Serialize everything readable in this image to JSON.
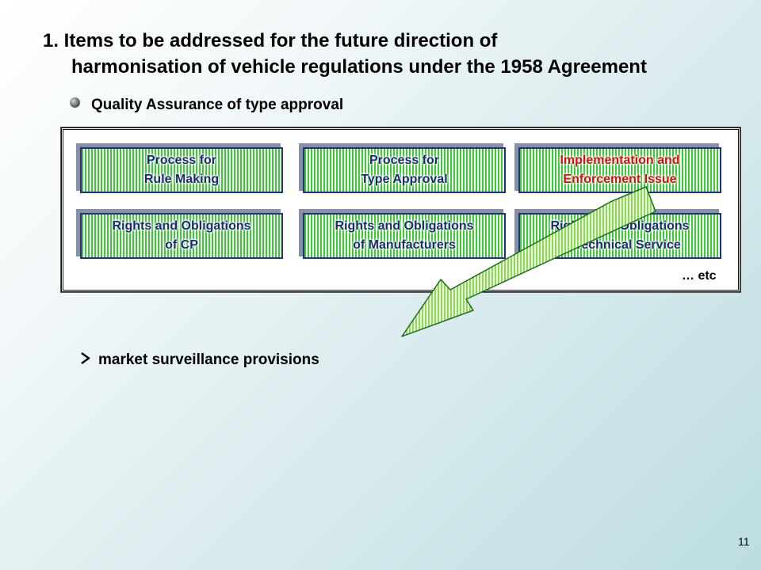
{
  "title": {
    "line1": "1. Items to be addressed for the future direction of",
    "line2": "harmonisation of vehicle regulations under the 1958 Agreement"
  },
  "bullet": "Quality Assurance of type approval",
  "boxes": [
    {
      "text": "Process for\nRule Making",
      "highlight": false
    },
    {
      "text": "Process for\nType Approval",
      "highlight": false
    },
    {
      "text": "Implementation and\nEnforcement Issue",
      "highlight": true
    },
    {
      "text": "Rights and Obligations\nof CP",
      "highlight": false
    },
    {
      "text": "Rights and Obligations\nof Manufacturers",
      "highlight": false
    },
    {
      "text": "Rights and Obligations\nof Technical Service",
      "highlight": false
    }
  ],
  "etc": "… etc",
  "subitem": "market surveillance provisions",
  "subitem_marker_icon": "arrowhead-bullet-icon",
  "bullet_icon": "sphere-bullet-icon",
  "page_number": "11",
  "colors": {
    "box_border": "#22317a",
    "box_stripe_green": "#3ec63e",
    "highlight_text": "#d01010",
    "arrow_fill": "#c8f090"
  }
}
